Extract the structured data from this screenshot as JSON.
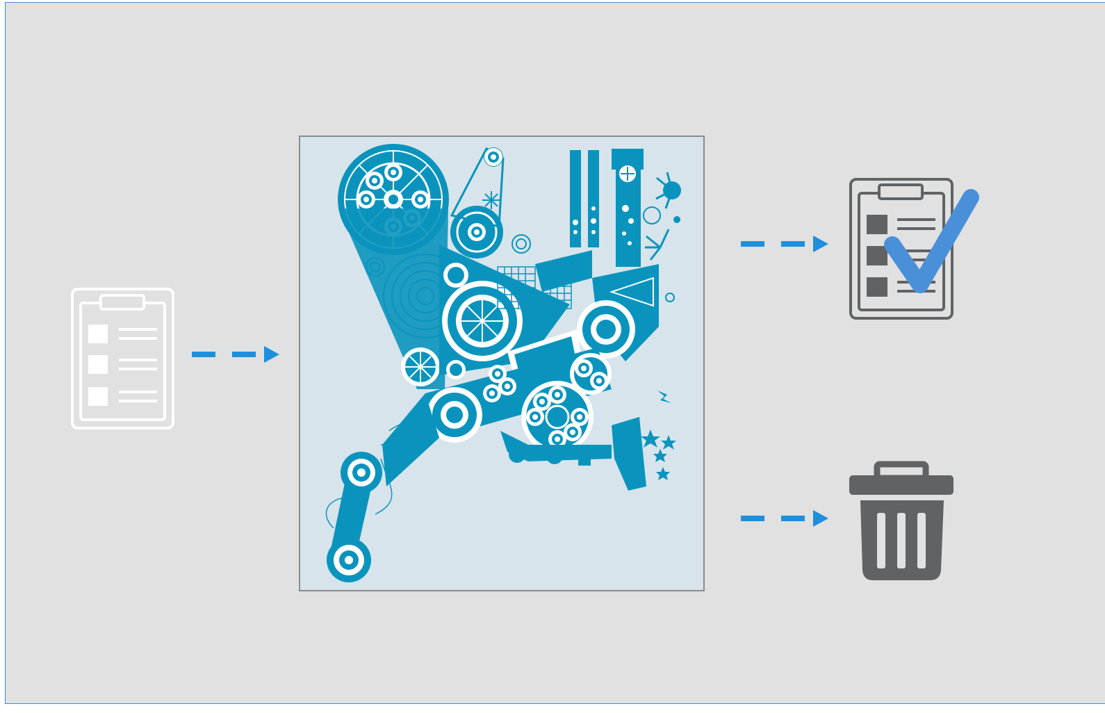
{
  "diagram": {
    "background_color": "#e1e1e1",
    "frame_color": "#3a8fc9",
    "accent_color": "#1d8fdc",
    "machine_color": "#0a94bd",
    "machine_panel_color": "#d7e4ec",
    "dark_icon_color": "#616263",
    "check_color": "#4a90d9",
    "nodes": [
      {
        "id": "input",
        "icon": "clipboard-outline-icon"
      },
      {
        "id": "process",
        "icon": "gear-machine-illustration"
      },
      {
        "id": "accepted",
        "icon": "clipboard-checkmark-icon"
      },
      {
        "id": "rejected",
        "icon": "trash-can-icon"
      }
    ],
    "edges": [
      {
        "from": "input",
        "to": "process"
      },
      {
        "from": "process",
        "to": "accepted"
      },
      {
        "from": "process",
        "to": "rejected"
      }
    ]
  }
}
